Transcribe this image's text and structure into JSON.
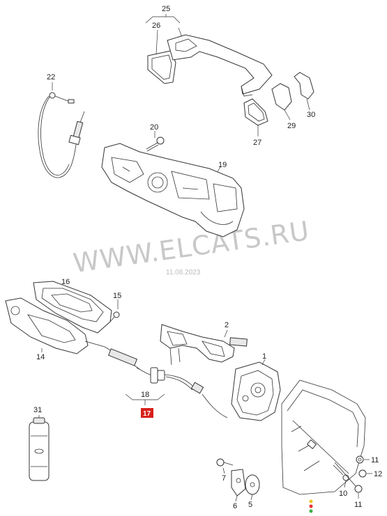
{
  "watermark": {
    "text": "WWW.ELCATS.RU",
    "date": "11.08.2023"
  },
  "callouts": [
    {
      "id": "c25",
      "label": "25"
    },
    {
      "id": "c26",
      "label": "26"
    },
    {
      "id": "c22",
      "label": "22"
    },
    {
      "id": "c20",
      "label": "20"
    },
    {
      "id": "c19",
      "label": "19"
    },
    {
      "id": "c27",
      "label": "27"
    },
    {
      "id": "c29",
      "label": "29"
    },
    {
      "id": "c30",
      "label": "30"
    },
    {
      "id": "c16",
      "label": "16"
    },
    {
      "id": "c15",
      "label": "15"
    },
    {
      "id": "c14",
      "label": "14"
    },
    {
      "id": "c2",
      "label": "2"
    },
    {
      "id": "c1",
      "label": "1"
    },
    {
      "id": "c18",
      "label": "18"
    },
    {
      "id": "c31",
      "label": "31"
    },
    {
      "id": "c7",
      "label": "7"
    },
    {
      "id": "c6",
      "label": "6"
    },
    {
      "id": "c5",
      "label": "5"
    },
    {
      "id": "c10",
      "label": "10"
    },
    {
      "id": "c11",
      "label": "11"
    },
    {
      "id": "c12",
      "label": "12"
    },
    {
      "id": "c21",
      "label": "11"
    }
  ],
  "highlight": {
    "label": "17",
    "color": "#d8201b"
  },
  "status_dots": [
    "#f0c419",
    "#e8302a",
    "#3cb043"
  ]
}
